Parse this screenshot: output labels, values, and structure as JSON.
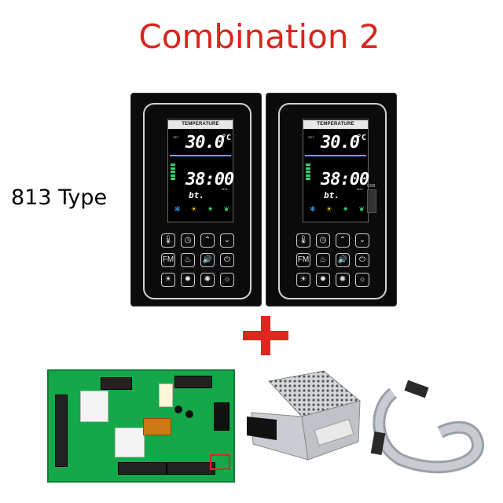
{
  "title": "Combination 2",
  "type_label": "813 Type",
  "panels": [
    {
      "lcd_title": "TEMPERATURE CONTROLLER",
      "temperature": "30.0",
      "temp_unit": "°C",
      "time": "38:00",
      "mode": "bt.",
      "temp_tag": "SET",
      "time_tag": "MIN",
      "keys": [
        "🌡",
        "◷",
        "⌃",
        "⌄",
        "FM",
        "♨",
        "🔊",
        "⏻",
        "☀",
        "✹",
        "✺",
        "☼"
      ]
    },
    {
      "lcd_title": "TEMPERATURE CONTROLLER",
      "temperature": "30.0",
      "temp_unit": "°C",
      "time": "38:00",
      "mode": "bt.",
      "temp_tag": "SET",
      "time_tag": "MIN",
      "usb_label": "USB",
      "keys": [
        "🌡",
        "◷",
        "⌃",
        "⌄",
        "FM",
        "♨",
        "🔊",
        "⏻",
        "☀",
        "✹",
        "✺",
        "☼"
      ]
    }
  ],
  "colors": {
    "title": "#d8261d",
    "plus": "#e3251f",
    "pcb": "#14a84a"
  },
  "icons": [
    "plus-icon",
    "speaker-icon",
    "power-icon",
    "fan-icon",
    "light-icon"
  ]
}
